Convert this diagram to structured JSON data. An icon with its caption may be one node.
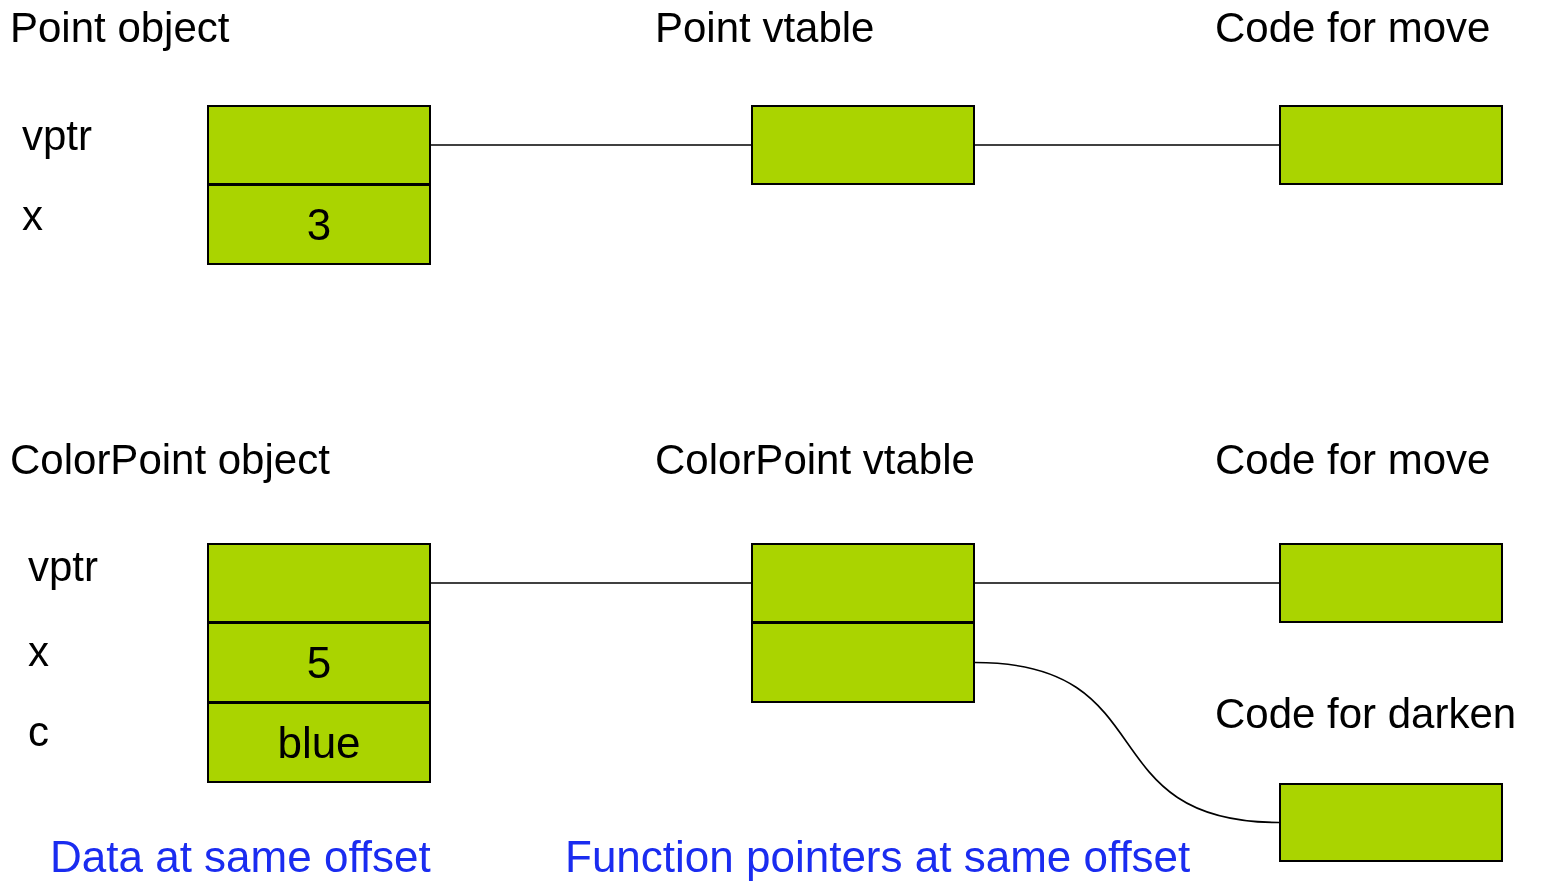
{
  "diagram": {
    "nodes": [
      {
        "text": [
          "Point object"
        ]
      },
      {
        "text": [],
        "shape": "box",
        "in": 0,
        "beside": [
          "vptr"
        ]
      },
      {
        "text": [
          "3"
        ],
        "in": 0,
        "beside": [
          "x"
        ]
      },
      {
        "text": [
          "Point vtable"
        ]
      },
      {
        "text": [],
        "shape": "box",
        "in": 3
      },
      {
        "text": [
          "Code for move"
        ]
      },
      {
        "text": [],
        "shape": "box",
        "in": 5
      },
      {
        "text": [
          "ColorPoint object"
        ]
      },
      {
        "text": [],
        "shape": "box",
        "in": 7,
        "beside": [
          "vptr"
        ]
      },
      {
        "text": [
          "5"
        ],
        "in": 7,
        "beside": [
          "x"
        ]
      },
      {
        "text": [
          "blue"
        ],
        "in": 7,
        "beside": [
          "c"
        ]
      },
      {
        "text": [
          "ColorPoint vtable"
        ]
      },
      {
        "text": [],
        "shape": "box",
        "in": 11
      },
      {
        "text": [],
        "shape": "box",
        "in": 11
      },
      {
        "text": [
          "Code for move"
        ]
      },
      {
        "text": [],
        "shape": "box",
        "in": 14
      },
      {
        "text": [
          "Code for darken"
        ]
      },
      {
        "text": [],
        "shape": "box",
        "in": 16
      }
    ],
    "edges": [
      {
        "from": 1,
        "to": 4,
        "arrow": "none"
      },
      {
        "from": 4,
        "to": 6,
        "arrow": "none"
      },
      {
        "from": 8,
        "to": 12,
        "arrow": "none"
      },
      {
        "from": 12,
        "to": 15,
        "arrow": "none"
      },
      {
        "from": 13,
        "to": 17,
        "arrow": "none"
      }
    ],
    "labels": [
      "Data at same offset",
      "Function pointers at same offset"
    ]
  }
}
